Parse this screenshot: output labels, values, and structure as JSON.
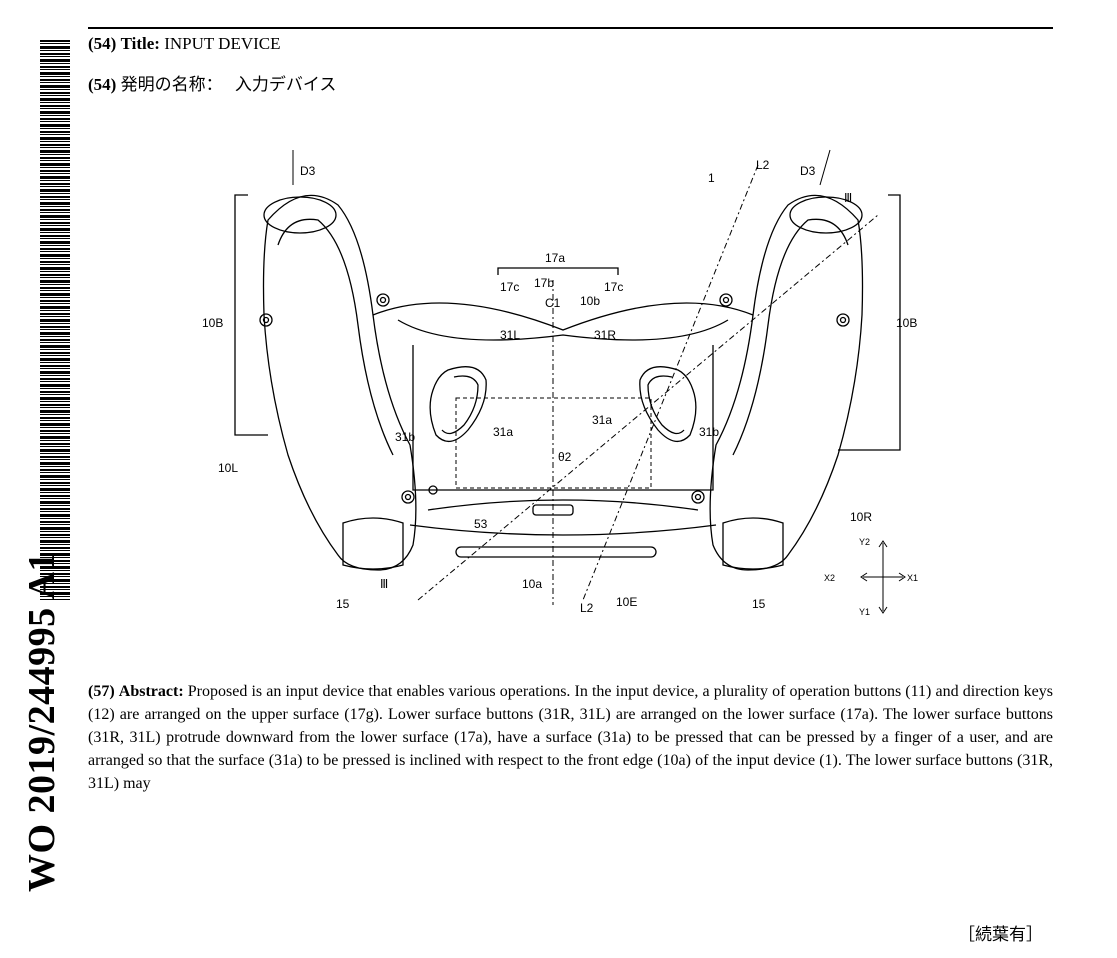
{
  "publication_number": "WO 2019/244995 A1",
  "title": {
    "label_num": "(54)",
    "label": "Title:",
    "value": "INPUT DEVICE"
  },
  "title_jp": {
    "label_num": "(54)",
    "label": "発明の名称：",
    "value": "入力デバイス"
  },
  "abstract": {
    "label_num": "(57)",
    "label": "Abstract:",
    "text": "Proposed is an input device that enables various operations. In the input device, a plurality of operation buttons (11) and direction keys (12) are arranged on the upper surface (17g). Lower surface buttons (31R, 31L) are arranged on the lower surface (17a). The lower surface buttons (31R, 31L) protrude downward from the lower surface (17a), have a surface (31a) to be pressed that can be pressed by a finger of a user, and are arranged so that the surface (31a) to be pressed is inclined with respect to the front edge (10a) of the input device (1). The lower surface buttons (31R, 31L) may"
  },
  "continued": "［続葉有］",
  "figure_labels": {
    "d3_left": "D3",
    "d3_right": "D3",
    "l2_top": "L2",
    "l2_bottom": "L2",
    "ref_1": "1",
    "iii_top": "Ⅲ",
    "iii_bottom": "Ⅲ",
    "ref_17a": "17a",
    "ref_17c_left": "17c",
    "ref_17b": "17b",
    "ref_17c_right": "17c",
    "ref_c1": "C1",
    "ref_10b": "10b",
    "ref_10b_left": "10B",
    "ref_10b_right": "10B",
    "ref_31l": "31L",
    "ref_31r": "31R",
    "ref_31a_left": "31a",
    "ref_31a_right": "31a",
    "ref_31b_left": "31b",
    "ref_31b_right": "31b",
    "ref_theta2": "θ2",
    "ref_10l": "10L",
    "ref_10r": "10R",
    "ref_53": "53",
    "ref_10a": "10a",
    "ref_10e": "10E",
    "ref_15_left": "15",
    "ref_15_right": "15",
    "axis_y2": "Y2",
    "axis_y1": "Y1",
    "axis_x1": "X1",
    "axis_x2": "X2"
  }
}
